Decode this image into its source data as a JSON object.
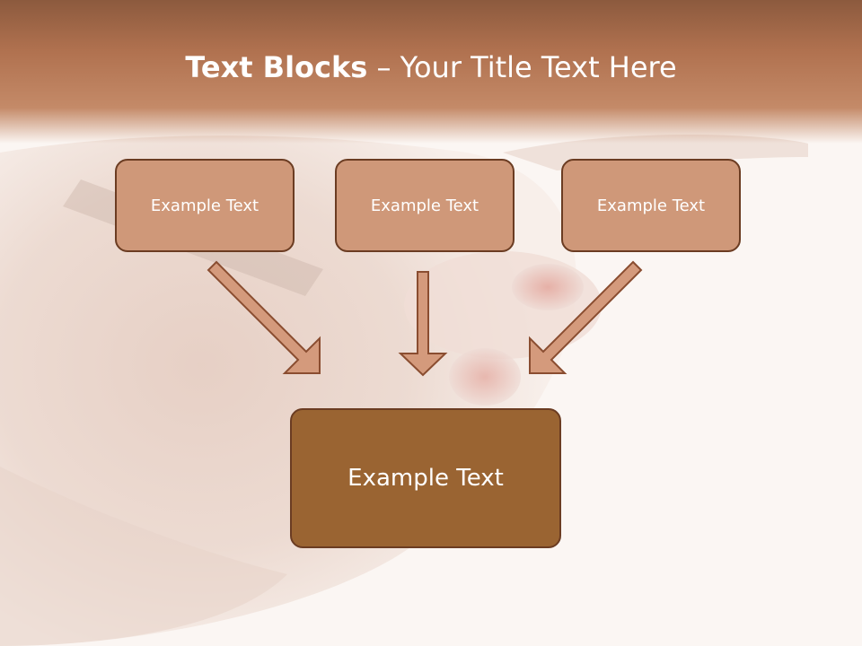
{
  "title": {
    "bold": "Text Blocks",
    "dash": " – ",
    "rest": "Your Title Text Here"
  },
  "top_blocks": [
    {
      "text": "Example Text"
    },
    {
      "text": "Example Text"
    },
    {
      "text": "Example Text"
    }
  ],
  "center_block": {
    "text": "Example Text"
  },
  "colors": {
    "header": "#b0714f",
    "small_box_fill": "#cf9879",
    "big_box_fill": "#9a6432",
    "box_border": "#6b3c22",
    "arrow_fill": "#d49a7c",
    "arrow_stroke": "#8a4d30"
  }
}
